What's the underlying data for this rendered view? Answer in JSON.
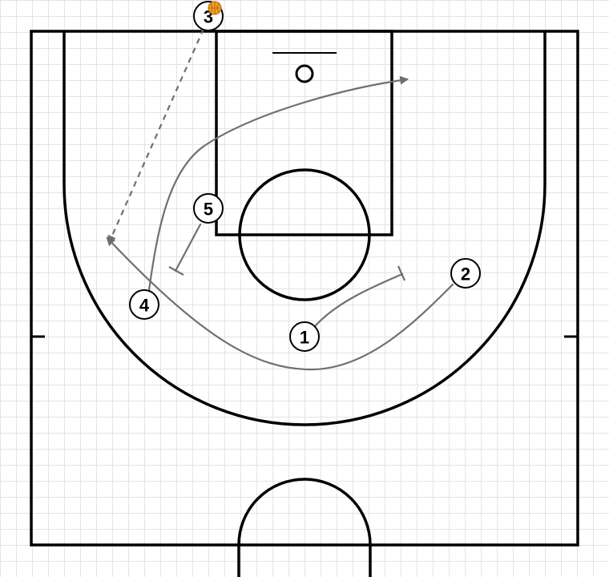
{
  "diagram": {
    "players": [
      {
        "id": "p1",
        "label": "1"
      },
      {
        "id": "p2",
        "label": "2"
      },
      {
        "id": "p3",
        "label": "3",
        "has_ball": true
      },
      {
        "id": "p4",
        "label": "4"
      },
      {
        "id": "p5",
        "label": "5"
      }
    ],
    "actions": [
      {
        "type": "cut",
        "player": "4",
        "end": "arrow"
      },
      {
        "type": "cut",
        "player": "2",
        "end": "arrow"
      },
      {
        "type": "pass",
        "from": "3",
        "end": "arrow"
      },
      {
        "type": "screen",
        "player": "1",
        "end": "screen"
      },
      {
        "type": "screen",
        "player": "5",
        "end": "screen"
      }
    ],
    "colors": {
      "court_lines": "#000000",
      "action_lines": "#6f6f6f",
      "grid": "#e4e4e4",
      "ball": "#f0a020"
    }
  }
}
